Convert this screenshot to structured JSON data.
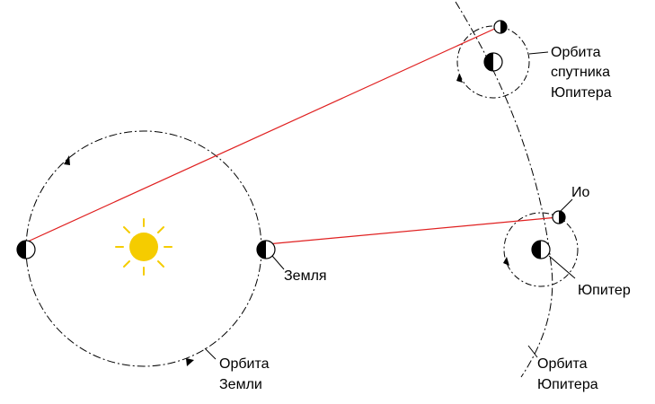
{
  "labels": {
    "earth": "Земля",
    "earth_orbit_line1": "Орбита",
    "earth_orbit_line2": "Земли",
    "jupiter_orbit_line1": "Орбита",
    "jupiter_orbit_line2": "Юпитера",
    "satellite_orbit_line1": "Орбита",
    "satellite_orbit_line2": "спутника",
    "satellite_orbit_line3": "Юпитера",
    "io": "Ио",
    "jupiter": "Юпитер"
  },
  "colors": {
    "sight_line": "#e02020",
    "sun": "#f5cc00",
    "orbit": "#000000"
  }
}
